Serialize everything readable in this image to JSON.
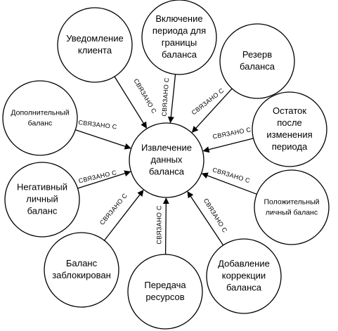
{
  "diagram": {
    "center": {
      "id": "extract",
      "lines": [
        "Извлечение",
        "данных",
        "баланса"
      ]
    },
    "nodes": [
      {
        "id": "notify",
        "lines": [
          "Уведомление",
          "клиента"
        ]
      },
      {
        "id": "period",
        "lines": [
          "Включение",
          "периода для",
          "границы",
          "баланса"
        ]
      },
      {
        "id": "reserve",
        "lines": [
          "Резерв",
          "баланса"
        ]
      },
      {
        "id": "remain",
        "lines": [
          "Остаток",
          "после",
          "изменения",
          "периода"
        ]
      },
      {
        "id": "positive",
        "lines": [
          "Положительный",
          "личный баланс"
        ]
      },
      {
        "id": "correction",
        "lines": [
          "Добавление",
          "коррекции",
          "баланса"
        ]
      },
      {
        "id": "transfer",
        "lines": [
          "Передача",
          "ресурсов"
        ]
      },
      {
        "id": "blocked",
        "lines": [
          "Баланс",
          "заблокирован"
        ]
      },
      {
        "id": "negative",
        "lines": [
          "Негативный",
          "личный",
          "баланс"
        ]
      },
      {
        "id": "additional",
        "lines": [
          "Дополнительный",
          "баланс"
        ]
      }
    ],
    "edge_label": "СВЯЗАНО С",
    "edges": [
      {
        "from": "notify",
        "to": "extract",
        "label": "СВЯЗАНО С"
      },
      {
        "from": "period",
        "to": "extract",
        "label": "СВЯЗАНО С"
      },
      {
        "from": "reserve",
        "to": "extract",
        "label": "СВЯЗАНО С"
      },
      {
        "from": "remain",
        "to": "extract",
        "label": "СВЯЗАНО С"
      },
      {
        "from": "positive",
        "to": "extract",
        "label": "СВЯЗАНО С"
      },
      {
        "from": "correction",
        "to": "extract",
        "label": "СВЯЗАНО С"
      },
      {
        "from": "transfer",
        "to": "extract",
        "label": "СВЯЗАНО С"
      },
      {
        "from": "blocked",
        "to": "extract",
        "label": "СВЯЗАНО С"
      },
      {
        "from": "negative",
        "to": "extract",
        "label": "СВЯЗАНО С"
      },
      {
        "from": "additional",
        "to": "extract",
        "label": "СВЯЗАНО С"
      }
    ]
  }
}
